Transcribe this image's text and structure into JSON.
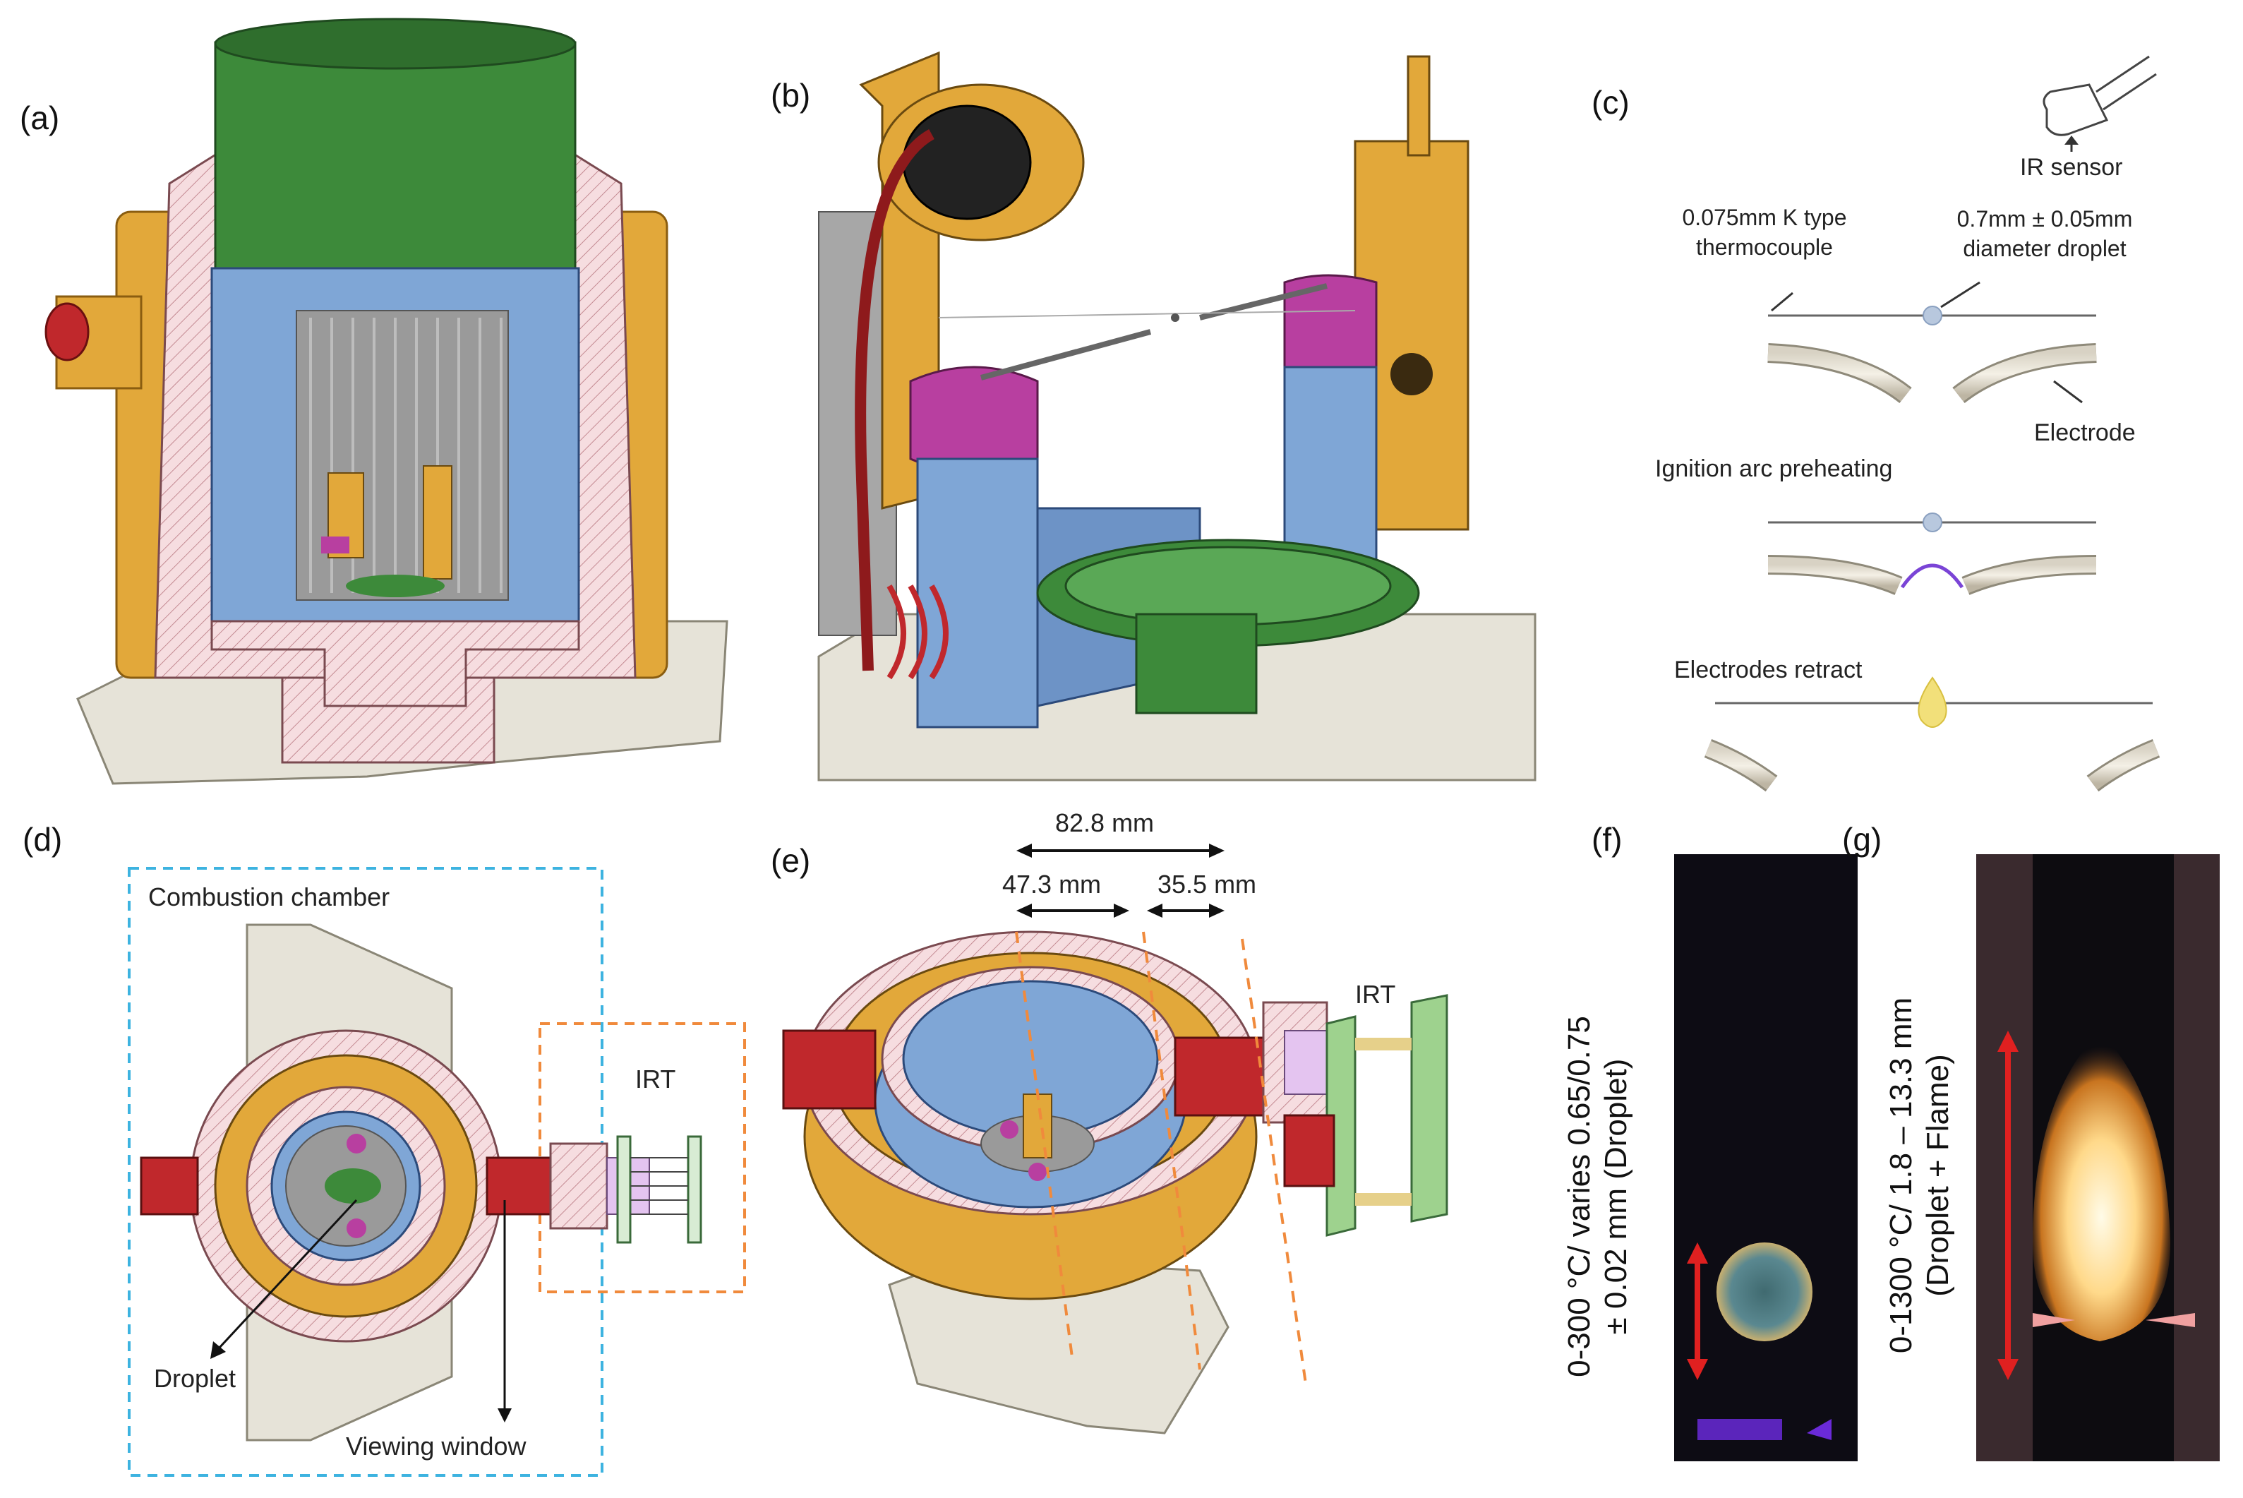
{
  "panels": {
    "a": "(a)",
    "b": "(b)",
    "c": "(c)",
    "d": "(d)",
    "e": "(e)",
    "f": "(f)",
    "g": "(g)"
  },
  "panel_c": {
    "ir_sensor": "IR sensor",
    "thermocouple_line1": "0.075mm K type",
    "thermocouple_line2": "thermocouple",
    "droplet_line1": "0.7mm ± 0.05mm",
    "droplet_line2": "diameter droplet",
    "electrode": "Electrode",
    "step2": "Ignition arc preheating",
    "step3": "Electrodes retract"
  },
  "panel_d": {
    "chamber": "Combustion chamber",
    "irt": "IRT",
    "droplet": "Droplet",
    "window": "Viewing window"
  },
  "panel_e": {
    "total": "82.8 mm",
    "left": "47.3 mm",
    "right": "35.5 mm",
    "irt": "IRT"
  },
  "panel_f": {
    "line1": "0-300 °C/ varies 0.65/0.75",
    "line2": "± 0.02 mm (Droplet)"
  },
  "panel_g": {
    "line1": "0-1300 °C/ 1.8 – 13.3 mm",
    "line2": "(Droplet + Flame)"
  },
  "colors": {
    "hatch": "#f4d6da",
    "gold": "#e2a83a",
    "blue": "#7fa6d6",
    "green": "#3d8a3a",
    "magenta": "#b83fa0",
    "red": "#c0282c",
    "base": "#e4e1d6",
    "cyan_dash": "#3db3e0",
    "orange_dash": "#f08a3c"
  }
}
